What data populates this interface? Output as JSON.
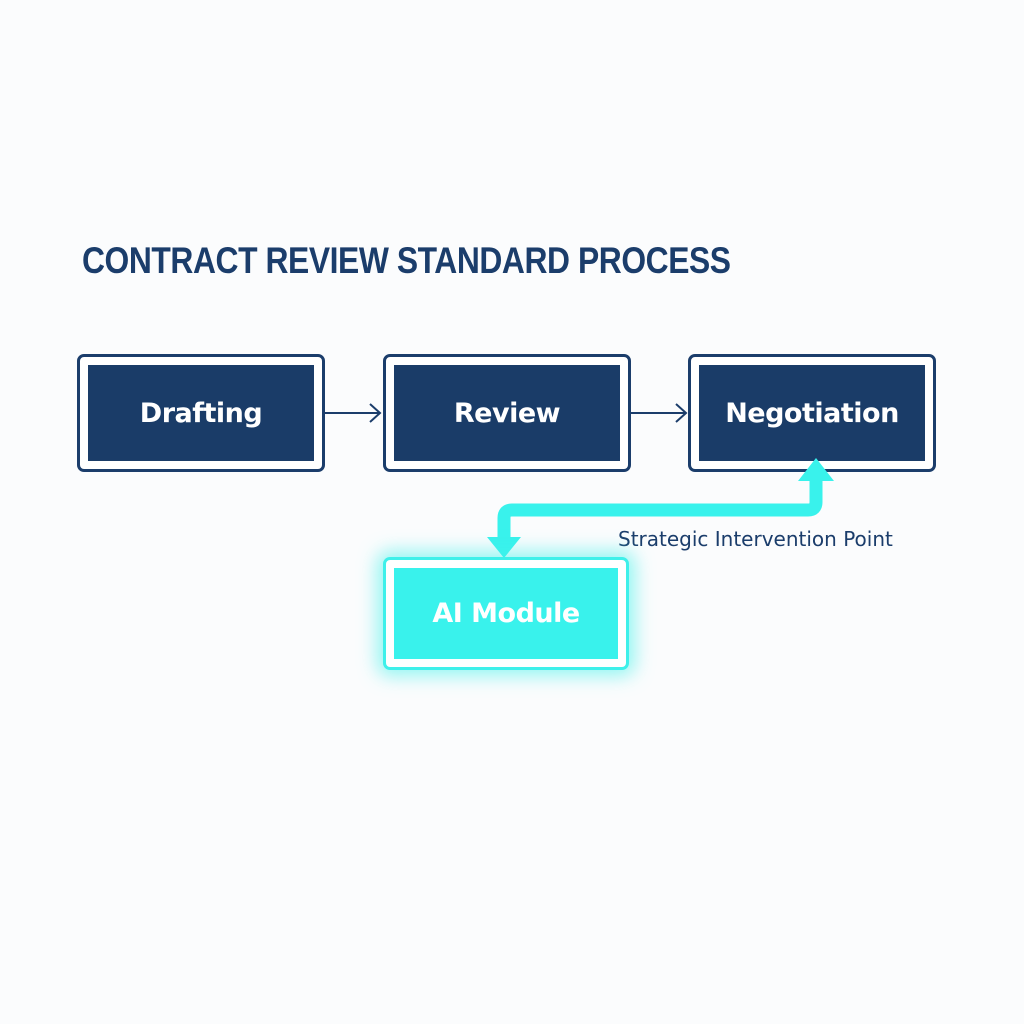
{
  "title": "CONTRACT REVIEW STANDARD PROCESS",
  "process_steps": [
    {
      "label": "Drafting"
    },
    {
      "label": "Review"
    },
    {
      "label": "Negotiation"
    }
  ],
  "ai_module": {
    "label": "AI Module"
  },
  "intervention_label": "Strategic Intervention Point",
  "colors": {
    "primary_navy": "#1a3c68",
    "accent_cyan": "#39f2ec",
    "background": "#fbfcfd"
  }
}
